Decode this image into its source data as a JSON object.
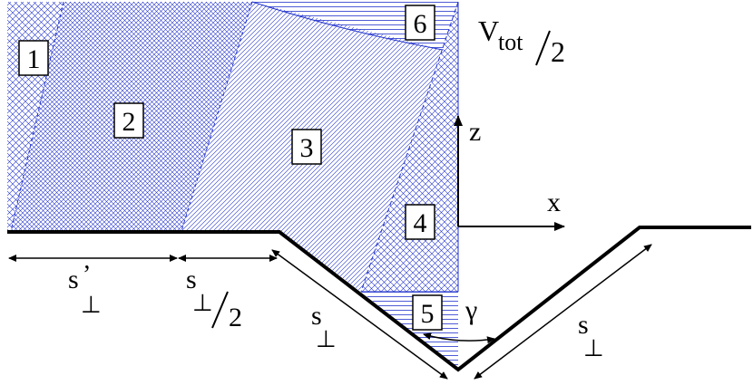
{
  "diagram": {
    "regions": [
      {
        "id": "region-1",
        "label": "1"
      },
      {
        "id": "region-2",
        "label": "2"
      },
      {
        "id": "region-3",
        "label": "3"
      },
      {
        "id": "region-4",
        "label": "4"
      },
      {
        "id": "region-5",
        "label": "5"
      },
      {
        "id": "region-6",
        "label": "6"
      }
    ],
    "volume_label": {
      "main": "V",
      "sub": "tot",
      "den": "2"
    },
    "axes": {
      "x": "x",
      "z": "z"
    },
    "dimensions": {
      "s_prime": {
        "main": "s",
        "prime": "’",
        "sub": "⊥"
      },
      "s_half": {
        "main": "s",
        "sub": "⊥",
        "den": "2"
      },
      "s_left_slope": {
        "main": "s",
        "sub": "⊥"
      },
      "s_right_slope": {
        "main": "s",
        "sub": "⊥"
      }
    },
    "angle": "γ",
    "colors": {
      "hatch": "#2233cc",
      "outline": "#000000"
    }
  }
}
